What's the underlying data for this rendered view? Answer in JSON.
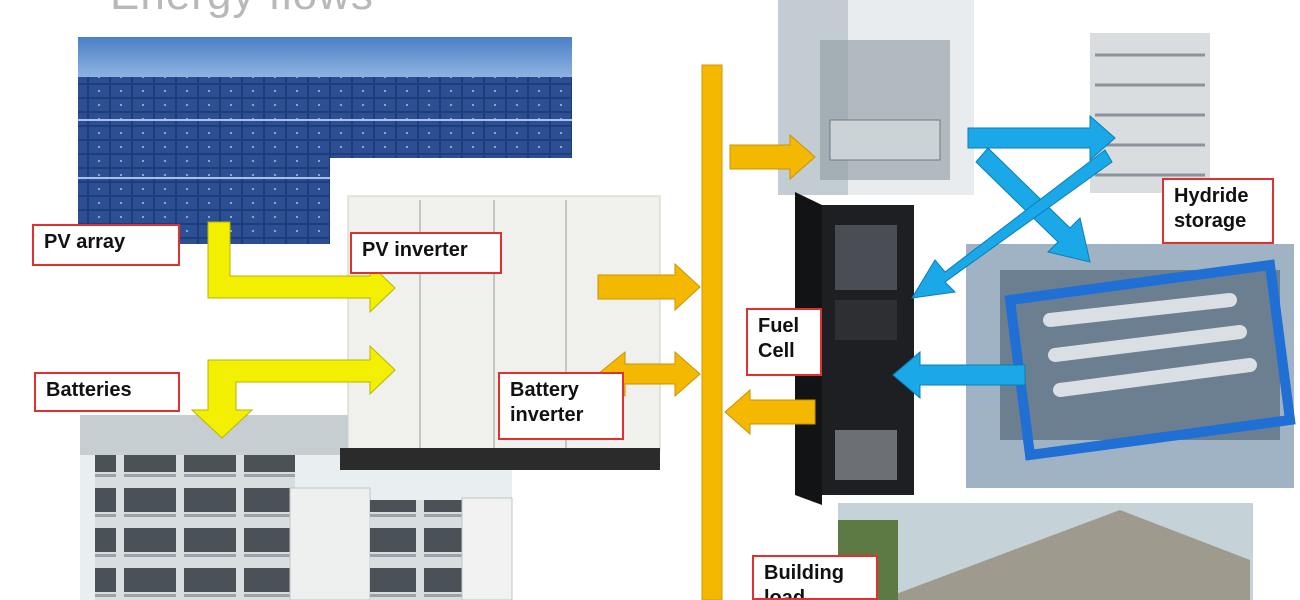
{
  "title": "Energy flows",
  "labels": {
    "pv_array": "PV array",
    "pv_inverter": "PV inverter",
    "batteries": "Batteries",
    "battery_inverter": "Battery\ninverter",
    "fuel_cell": "Fuel\nCell",
    "hydride_storage": "Hydride\nstorage",
    "building_load": "Building\nload"
  },
  "colors": {
    "pv_flow": "#f2f000",
    "bus": "#f5b800",
    "hydrogen_flow": "#1aa8e8",
    "label_border": "#e03030"
  }
}
